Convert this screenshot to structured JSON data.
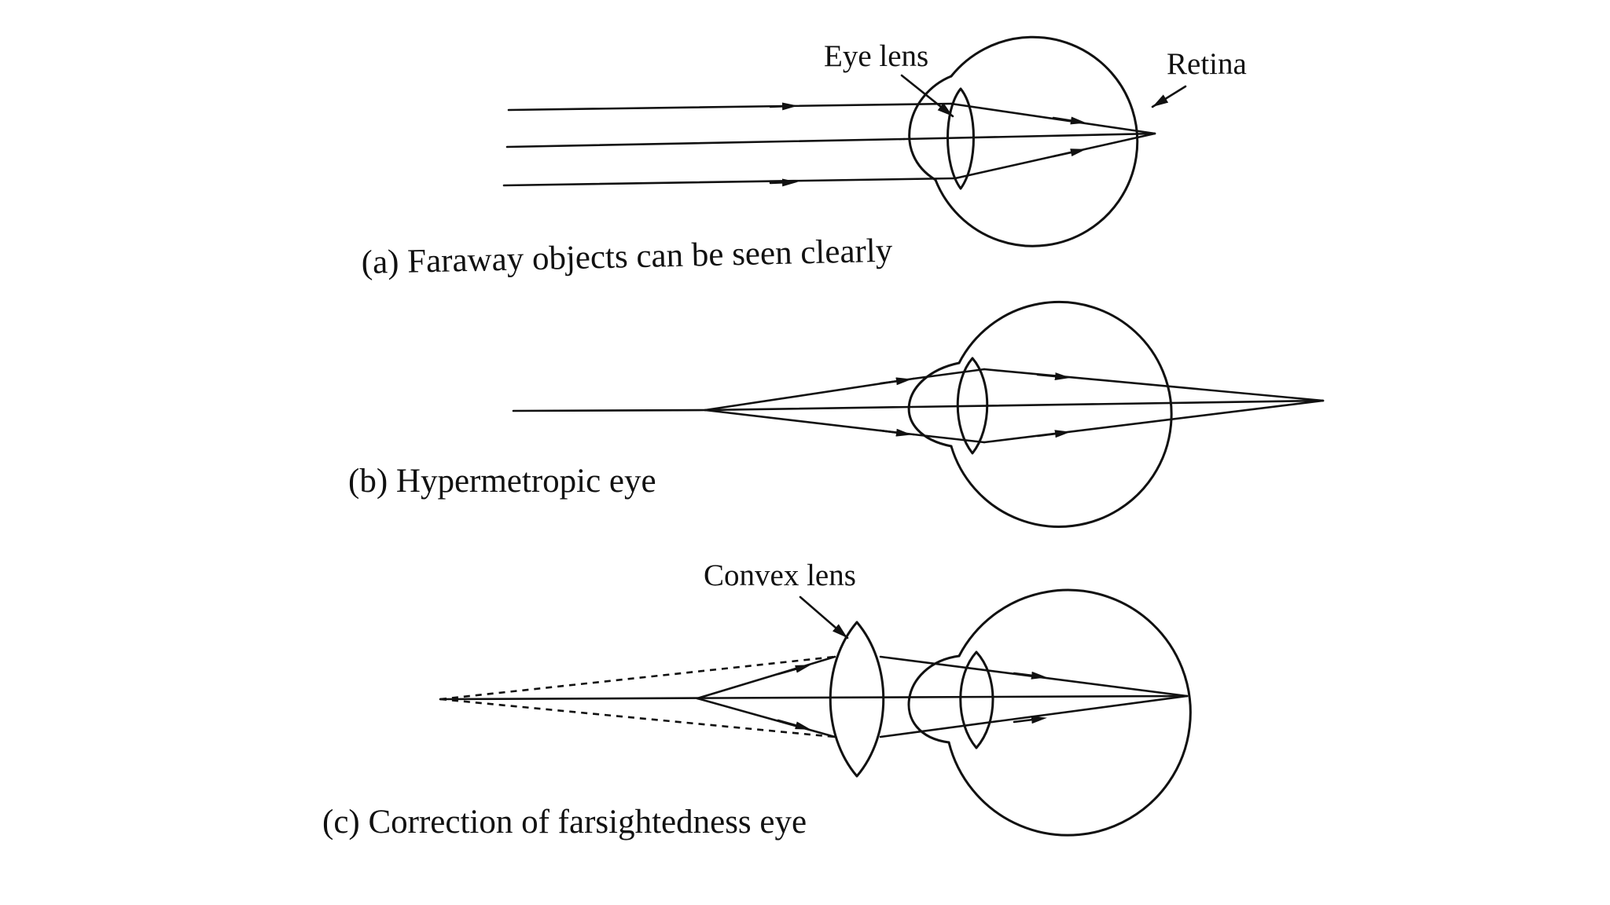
{
  "panel_a": {
    "caption": "(a) Faraway objects can be seen clearly",
    "label_eye_lens": "Eye lens",
    "label_retina": "Retina"
  },
  "panel_b": {
    "caption": "(b) Hypermetropic eye"
  },
  "panel_c": {
    "caption": "(c) Correction of farsightedness eye",
    "label_convex_lens": "Convex lens"
  },
  "colors": {
    "ink": "#111111",
    "background": "#ffffff"
  }
}
